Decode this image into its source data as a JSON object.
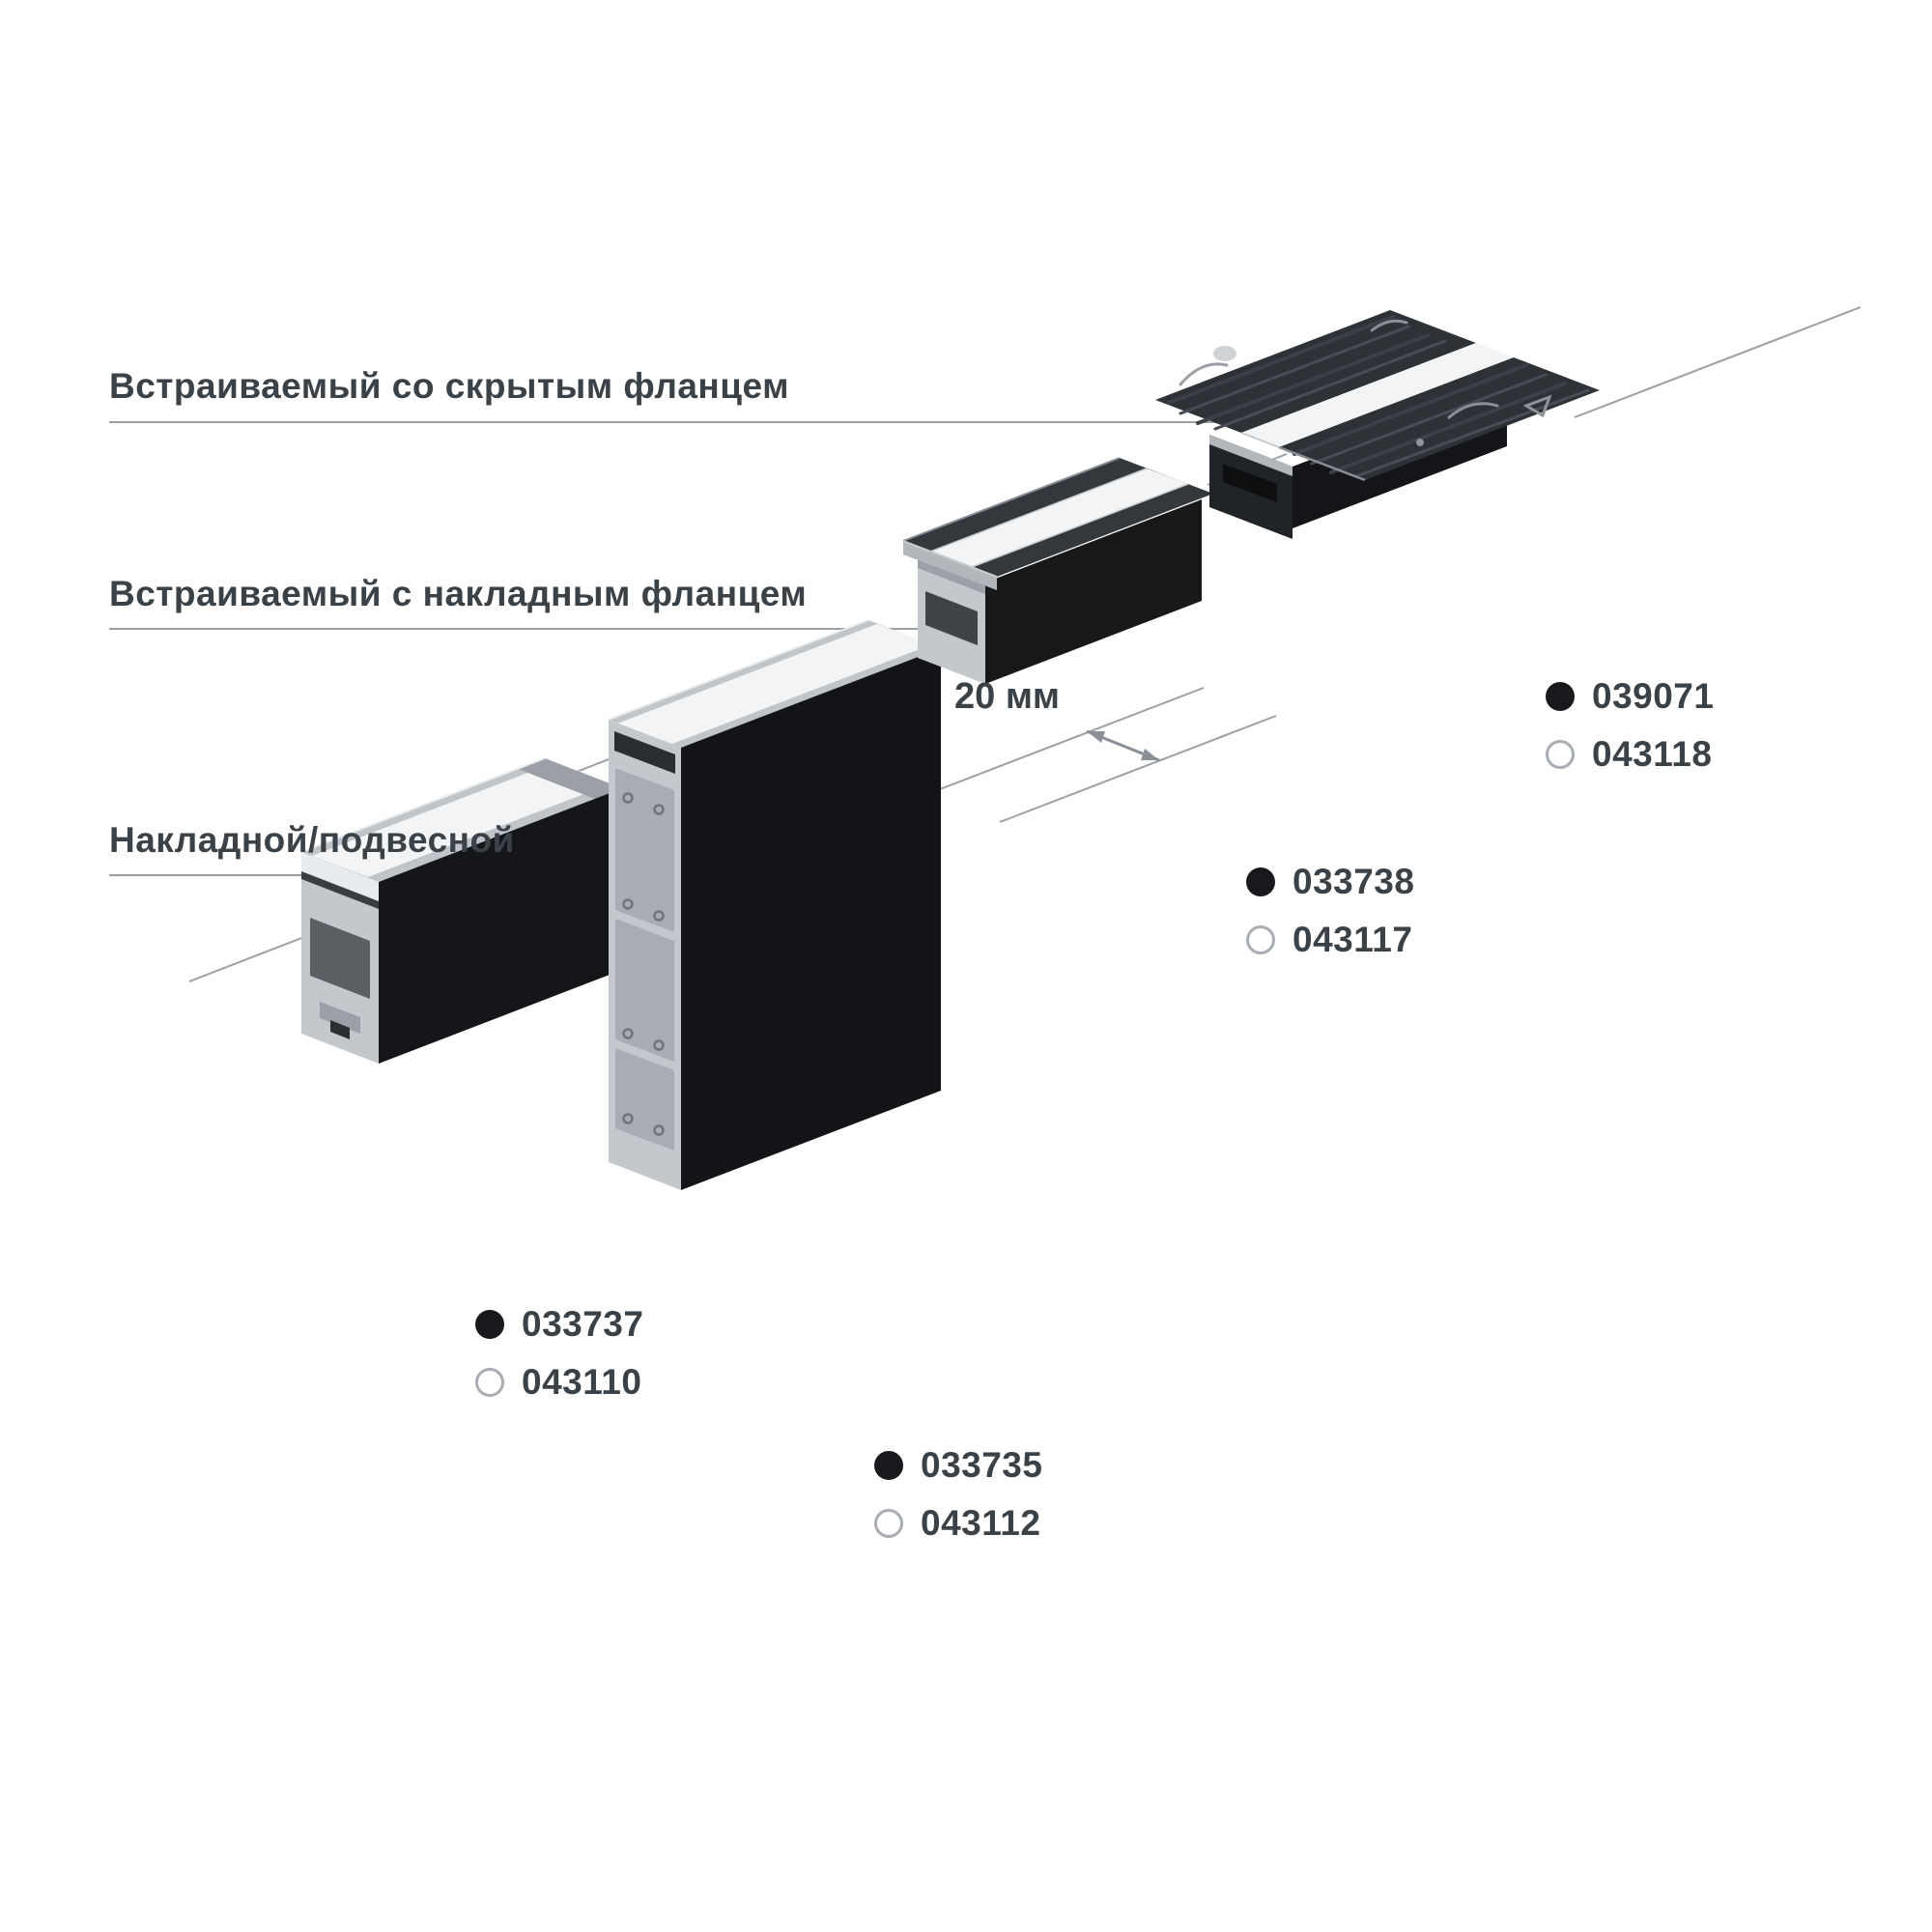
{
  "diagram": {
    "categories": [
      {
        "label": "Встраиваемый со скрытым фланцем"
      },
      {
        "label": "Встраиваемый с накладным фланцем"
      },
      {
        "label": "Накладной/подвесной"
      }
    ],
    "dimension_label": "20 мм",
    "products": [
      {
        "articles": [
          {
            "variant": "black",
            "code": "033737"
          },
          {
            "variant": "white",
            "code": "043110"
          }
        ]
      },
      {
        "articles": [
          {
            "variant": "black",
            "code": "033735"
          },
          {
            "variant": "white",
            "code": "043112"
          }
        ]
      },
      {
        "articles": [
          {
            "variant": "black",
            "code": "033738"
          },
          {
            "variant": "white",
            "code": "043117"
          }
        ]
      },
      {
        "articles": [
          {
            "variant": "black",
            "code": "039071"
          },
          {
            "variant": "white",
            "code": "043118"
          }
        ]
      }
    ],
    "colors": {
      "text": "#3a4248",
      "leader_line": "#9aa0a4",
      "profile_black": "#141619",
      "aluminum": "#c3c8cd",
      "diffuser_white": "#f2f4f5",
      "dot_black": "#17191c",
      "dot_white_border": "#a7adb2"
    }
  }
}
